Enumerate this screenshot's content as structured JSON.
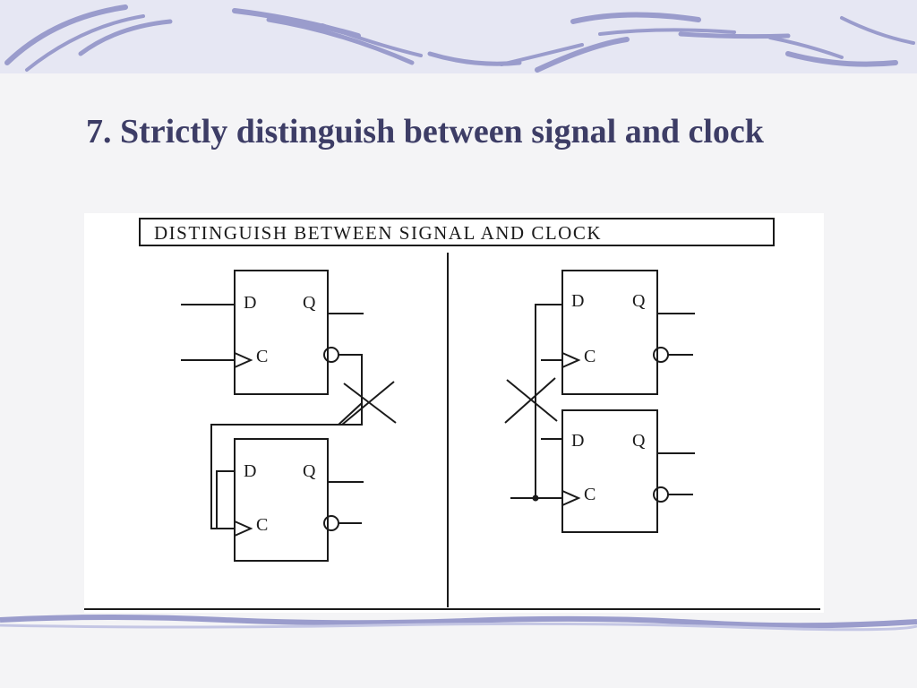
{
  "slide": {
    "title": "7. Strictly distinguish between signal and clock"
  },
  "figure": {
    "caption": "DISTINGUISH BETWEEN SIGNAL AND CLOCK",
    "pin_labels": {
      "d": "D",
      "q": "Q",
      "c": "C"
    }
  },
  "colors": {
    "title": "#3d3d66",
    "accent_stroke": "#9a9ccc",
    "line": "#1a1a1a"
  },
  "icons": [
    "cross-mark-icon",
    "clock-triangle-icon",
    "inverter-bubble-icon"
  ]
}
